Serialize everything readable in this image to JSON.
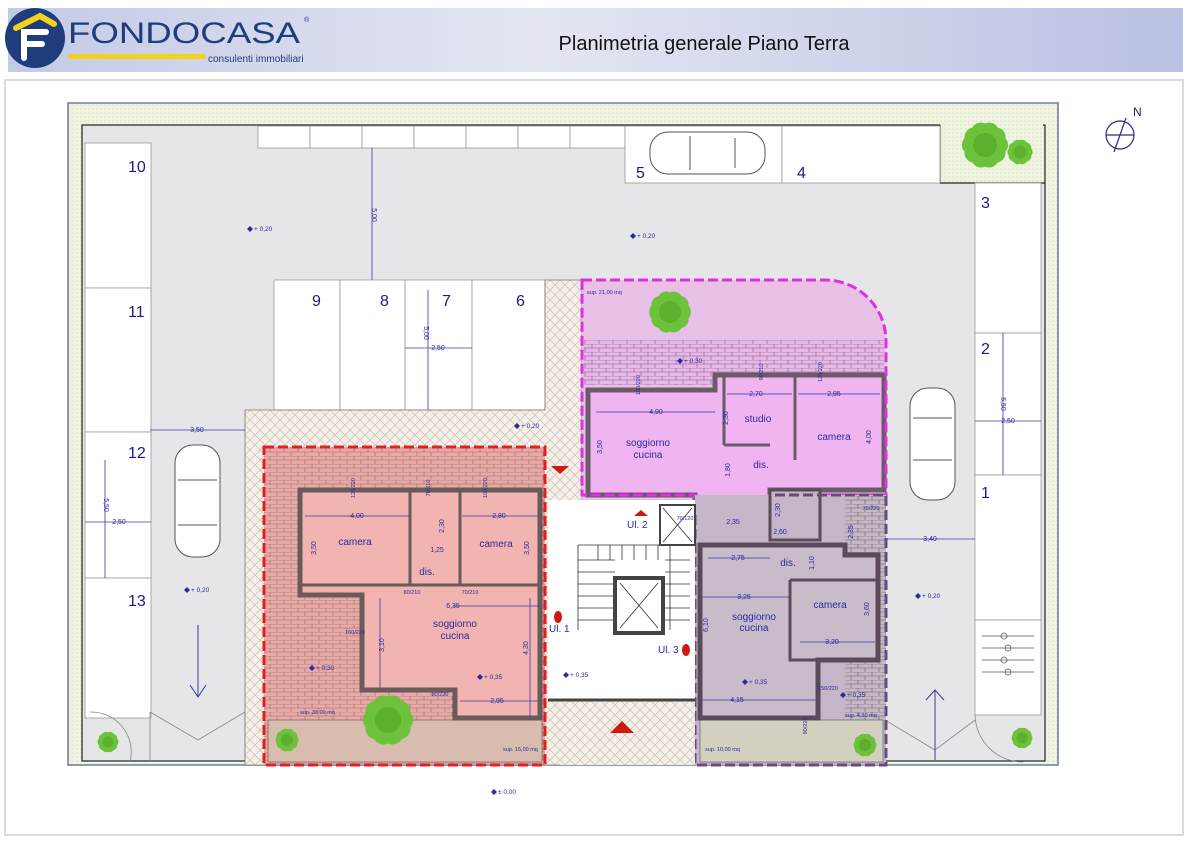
{
  "header": {
    "brand": "FONDOCASA",
    "registered_mark": "®",
    "tagline": "consulenti immobiliari",
    "title": "Planimetria generale Piano Terra"
  },
  "compass": {
    "label": "N",
    "icon": "north-arrow-icon"
  },
  "colors": {
    "brand_navy": "#1f3c7c",
    "brand_yellow": "#f2d21a",
    "unit1_border": "#e02020",
    "unit2_border": "#e030e0",
    "unit3_border": "#6a4a7a",
    "unit1_fill": "#f2b4b0",
    "unit2_fill": "#f0b4f0",
    "unit3_fill": "#c8bccb",
    "annotation_blue": "#2a2aa0",
    "tree_green": "#6cc23a",
    "entrance_arrow": "#cc1a10"
  },
  "parking": [
    "1",
    "2",
    "3",
    "4",
    "5",
    "6",
    "7",
    "8",
    "9",
    "10",
    "11",
    "12",
    "13"
  ],
  "rooms": [
    {
      "text": "camera"
    },
    {
      "text": "camera"
    },
    {
      "text": "dis."
    },
    {
      "text": "soggiorno"
    },
    {
      "text": "cucina"
    },
    {
      "text": "studio"
    },
    {
      "text": "camera"
    },
    {
      "text": "soggiorno"
    },
    {
      "text": "cucina"
    },
    {
      "text": "dis."
    },
    {
      "text": "dis."
    },
    {
      "text": "soggiorno"
    },
    {
      "text": "cucina"
    },
    {
      "text": "camera"
    }
  ],
  "units": [
    "Ul. 1",
    "Ul. 2",
    "Ul. 3"
  ],
  "surfaces": [
    "sup. 38,00 mq",
    "sup. 15,00 mq",
    "sup. 21,00 mq",
    "sup. 10,00 mq",
    "sup. 4,30 mq"
  ],
  "elevations": [
    "+ 0,20",
    "+ 0,20",
    "+ 0,20",
    "+ 0,20",
    "+ 0,20",
    "+ 0,30",
    "+ 0,30",
    "+ 0,35",
    "+ 0,35",
    "+ 0,35",
    "+ 0,35",
    "± 0,00"
  ],
  "dimensions": [
    "5,00",
    "5,00",
    "2,50",
    "3,50",
    "5,50",
    "2,50",
    "5,50",
    "2,50",
    "3,40",
    "4,00",
    "2,80",
    "3,50",
    "3,50",
    "2,30",
    "1,25",
    "6,35",
    "3,10",
    "4,30",
    "2,95",
    "4,90",
    "2,70",
    "2,95",
    "3,50",
    "2,30",
    "4,00",
    "1,80",
    "2,35",
    "2,30",
    "2,60",
    "2,75",
    "3,25",
    "6,10",
    "1,10",
    "3,60",
    "3,20",
    "4,15",
    "2,35"
  ],
  "openings": [
    "120/220",
    "70/210",
    "100/220",
    "160/220",
    "80/220",
    "80/210",
    "70/210",
    "100/220",
    "90/210",
    "120/220",
    "70/120",
    "70/220",
    "150/220",
    "90/220"
  ]
}
